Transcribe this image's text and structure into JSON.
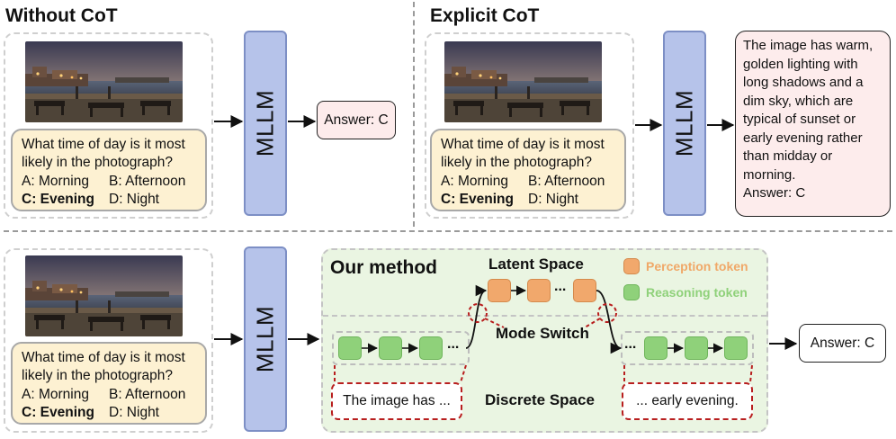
{
  "panels": {
    "without_cot": {
      "title": "Without CoT",
      "question": "What time of day is it most likely in the photograph?",
      "options": [
        "A: Morning",
        "B: Afternoon",
        "C: Evening",
        "D: Night"
      ],
      "model": "MLLM",
      "answer": "Answer: C"
    },
    "explicit_cot": {
      "title": "Explicit CoT",
      "question": "What time of day is it most likely in the photograph?",
      "options": [
        "A: Morning",
        "B: Afternoon",
        "C: Evening",
        "D: Night"
      ],
      "model": "MLLM",
      "reasoning": "The image has warm, golden lighting with long shadows and a dim sky, which are typical of sunset or early evening rather than midday or morning.",
      "answer": "Answer: C"
    },
    "our_method": {
      "title": "Our method",
      "question": "What time of day is it most likely in the photograph?",
      "options": [
        "A: Morning",
        "B: Afternoon",
        "C: Evening",
        "D: Night"
      ],
      "model": "MLLM",
      "latent_space": "Latent Space",
      "discrete_space": "Discrete Space",
      "mode_switch": "Mode Switch",
      "legend_perception": "Perception token",
      "legend_reasoning": "Reasoning token",
      "text_start": "The image has ...",
      "text_end": "... early evening.",
      "ellipsis": "...",
      "answer": "Answer: C"
    }
  },
  "colors": {
    "question_bg": "#fdf1d2",
    "mllm_fill": "#b6c3ea",
    "answer_bg": "#fdecec",
    "method_bg": "#eaf5e2",
    "perception_token": "#f1a86c",
    "reasoning_token": "#8fd17a",
    "mode_switch": "#b81e1e"
  }
}
